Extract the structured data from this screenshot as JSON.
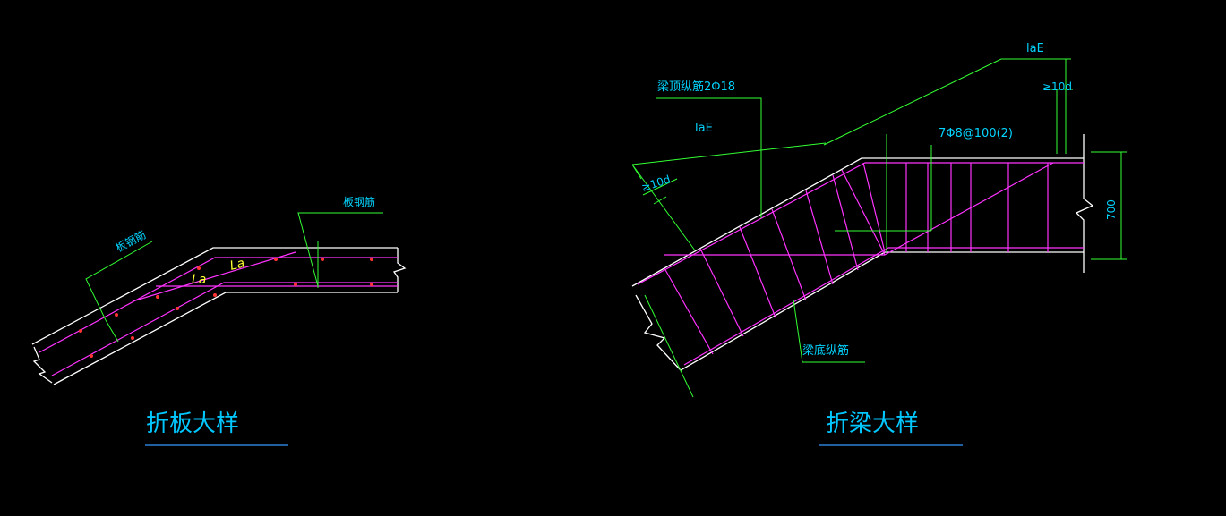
{
  "left_detail": {
    "title": "折板大样",
    "label_slab_rebar_inclined": "板钢筋",
    "label_slab_rebar_flat": "板钢筋",
    "la_1": "La",
    "la_2": "La"
  },
  "right_detail": {
    "title": "折梁大样",
    "label_top_rebar": "梁顶纵筋2Φ18",
    "label_laE_top": "laE",
    "label_laE_left": "laE",
    "label_10d_left": "≥10d",
    "label_10d_right": "≥10d",
    "label_stirrup": "7Φ8@100(2)",
    "label_bottom_rebar": "梁底纵筋",
    "label_depth": "700"
  },
  "colors": {
    "background": "#000000",
    "outline": "#ffffff",
    "rebar": "#ff33ff",
    "dimension": "#33ff33",
    "text": "#00d4ff",
    "title_underline": "#3399ff",
    "anchor_text": "#ffff33"
  }
}
